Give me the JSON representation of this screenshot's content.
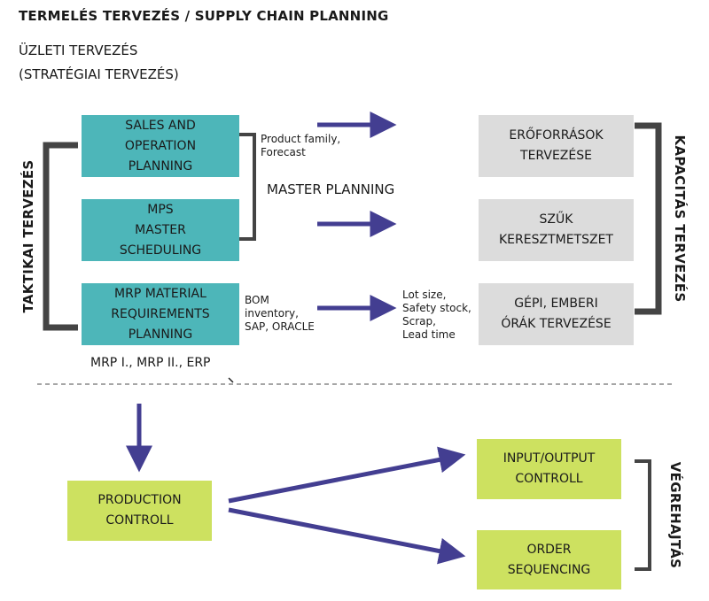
{
  "title": "TERMELÉS TERVEZÉS / SUPPLY CHAIN PLANNING",
  "subtitle": [
    "ÜZLETI TERVEZÉS",
    "(STRATÉGIAI TERVEZÉS)"
  ],
  "left_group_label": "TAKTIKAI TERVEZÉS",
  "right_group_label": "KAPACITÁS TERVEZÉS",
  "exec_group_label": "VÉGREHAJTÁS",
  "master_planning_label": "MASTER PLANNING",
  "boxes": {
    "sop": [
      "SALES AND",
      "OPERATION",
      "PLANNING"
    ],
    "mps": [
      "MPS",
      "MASTER",
      "SCHEDULING"
    ],
    "mrp": [
      "MRP MATERIAL",
      "REQUIREMENTS",
      "PLANNING"
    ],
    "resource": [
      "ERŐFORRÁSOK",
      "TERVEZÉSE"
    ],
    "bottleneck": [
      "SZŰK",
      "KERESZTMETSZET"
    ],
    "hours": [
      "GÉPI, EMBERI",
      "ÓRÁK TERVEZÉSE"
    ],
    "production": [
      "PRODUCTION",
      "CONTROLL"
    ],
    "io": [
      "INPUT/OUTPUT",
      "CONTROLL"
    ],
    "order": [
      "ORDER",
      "SEQUENCING"
    ]
  },
  "notes": {
    "product_family": [
      "Product family,",
      "Forecast"
    ],
    "bom": [
      "BOM",
      "inventory,",
      "SAP, ORACLE"
    ],
    "lot": [
      "Lot size,",
      "Safety stock,",
      "Scrap,",
      "Lead time"
    ],
    "mrp_versions": "MRP I., MRP II., ERP"
  },
  "colors": {
    "teal": "#4db6b9",
    "gray": "#dcdcdc",
    "lime": "#cde160",
    "arrow": "#433e91",
    "bracket": "#444444"
  }
}
